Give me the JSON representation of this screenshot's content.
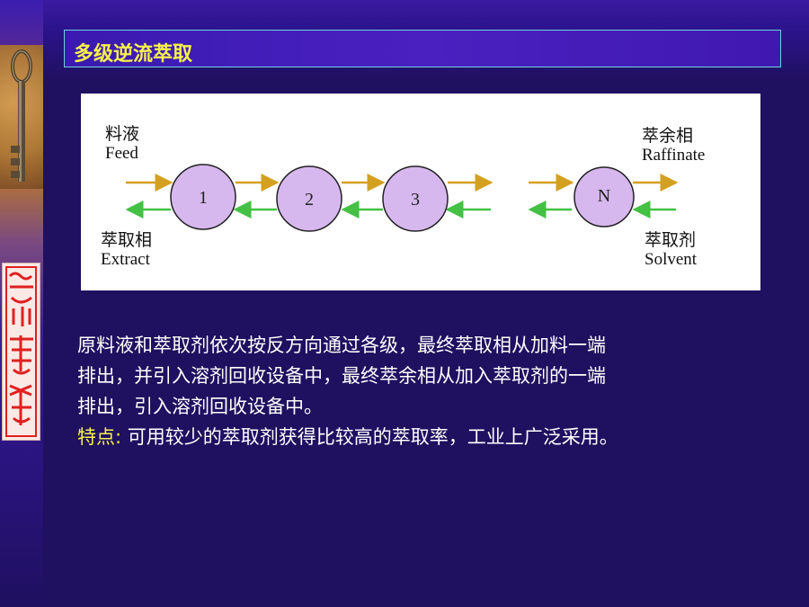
{
  "slide": {
    "title": "多级逆流萃取",
    "colors": {
      "background": "#1f1060",
      "title_text": "#f6f24a",
      "title_border": "#6fd2e0",
      "stage_fill": "#d6b8ee",
      "feed_arrow": "#d4a020",
      "solvent_arrow": "#44c044",
      "highlight": "#f6f24a"
    }
  },
  "diagram": {
    "feed": {
      "cn": "料液",
      "en": "Feed"
    },
    "extract": {
      "cn": "萃取相",
      "en": "Extract"
    },
    "raffinate": {
      "cn": "萃余相",
      "en": "Raffinate"
    },
    "solvent": {
      "cn": "萃取剂",
      "en": "Solvent"
    },
    "stages": [
      "1",
      "2",
      "3",
      "N"
    ]
  },
  "body": {
    "paragraph_line1": "原料液和萃取剂依次按反方向通过各级，最终萃取相从加料一端",
    "paragraph_line2": "排出，并引入溶剂回收设备中，最终萃余相从加入萃取剂的一端",
    "paragraph_line3": "排出，引入溶剂回收设备中。",
    "feature_label": "特点:",
    "feature_text": "可用较少的萃取剂获得比较高的萃取率，工业上广泛采用。"
  },
  "decor": {
    "left_strip": [
      "key-icon",
      "seal-stamp"
    ]
  }
}
